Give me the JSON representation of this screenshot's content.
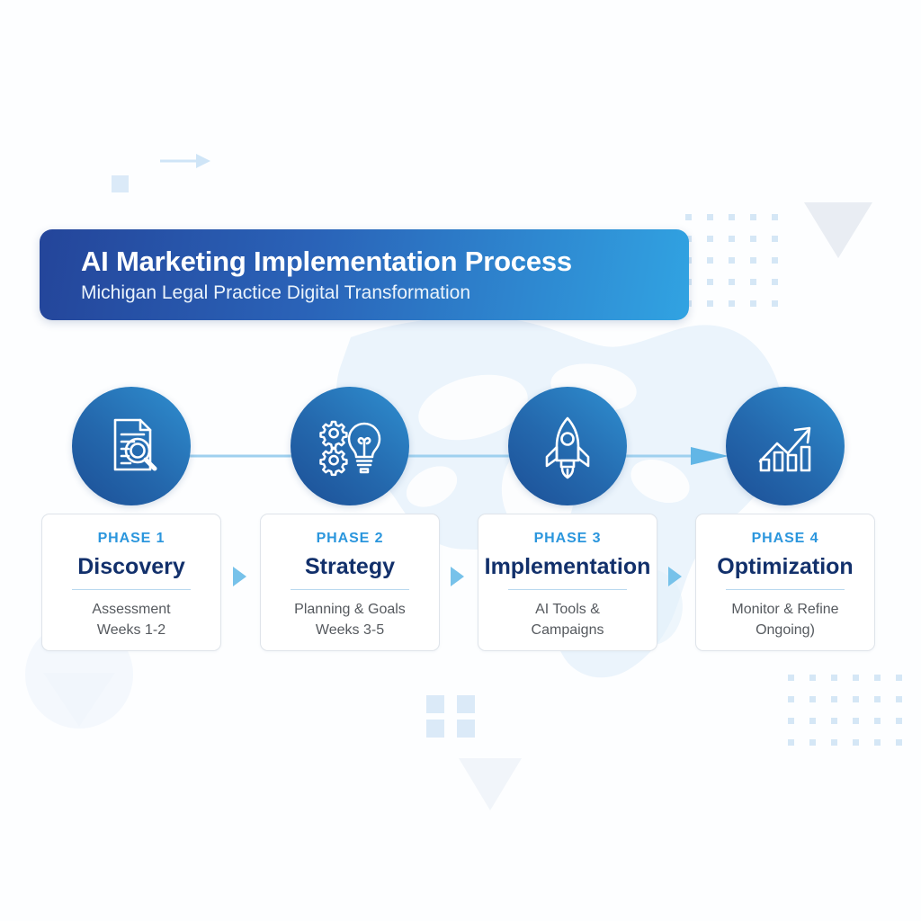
{
  "header": {
    "title": "AI Marketing Implementation Process",
    "subtitle": "Michigan Legal Practice Digital Transformation",
    "gradient_start": "#24459a",
    "gradient_end": "#31a3e2"
  },
  "theme": {
    "accent_blue": "#2b96dd",
    "title_navy": "#12306b",
    "circle_gradient_start": "#1c4f96",
    "circle_gradient_end": "#2f8fd0",
    "card_border": "#dfe4ea",
    "connector_line": "#9fd0ef",
    "decoration_fill": "#dbeaf8",
    "background": "#fdfeff"
  },
  "phases": [
    {
      "label": "PHASE 1",
      "title": "Discovery",
      "desc_line1": "Assessment",
      "desc_line2": "Weeks 1-2",
      "icon": "document-magnifier-icon"
    },
    {
      "label": "PHASE 2",
      "title": "Strategy",
      "desc_line1": "Planning & Goals",
      "desc_line2": "Weeks 3-5",
      "icon": "gears-lightbulb-icon"
    },
    {
      "label": "PHASE 3",
      "title": "Implementation",
      "desc_line1": "AI Tools &",
      "desc_line2": "Campaigns",
      "icon": "rocket-icon"
    },
    {
      "label": "PHASE 4",
      "title": "Optimization",
      "desc_line1": "Monitor & Refine",
      "desc_line2": "Ongoing)",
      "icon": "growth-chart-icon"
    }
  ],
  "decorations": {
    "background_map": "michigan-great-lakes-map",
    "top_left_arrow": "decorative-arrow-right",
    "dot_grids": 2,
    "triangles": 3
  }
}
